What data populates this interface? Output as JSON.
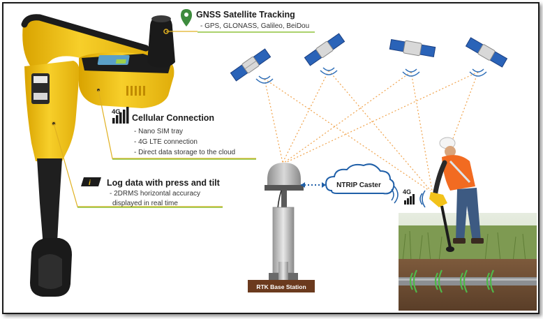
{
  "gnss": {
    "title": "GNSS Satellite Tracking",
    "items": [
      "- GPS, GLONASS, Galileo, BeiDou"
    ]
  },
  "cellular": {
    "badge": "4G",
    "title": "Cellular Connection",
    "items": [
      "- Nano SIM tray",
      "- 4G LTE connection",
      "- Direct data storage to the cloud"
    ]
  },
  "log": {
    "badge": "i",
    "title": "Log data with press and tilt",
    "items": [
      "- 2DRMS horizontal accuracy",
      "displayed in real time"
    ]
  },
  "caster": {
    "label": "NTRIP Caster"
  },
  "field_badge": {
    "label": "4G"
  },
  "base_station": {
    "label": "RTK Base Station"
  },
  "colors": {
    "device_yellow": "#f2c21a",
    "device_dark": "#1c1c1c",
    "leader_line": "#e0b020",
    "underline_green": "#8fc43c",
    "pin_green": "#3d8b3d",
    "signal_line": "#f0a24a",
    "caster_blue": "#1f5fa8",
    "base_label_bg": "#6b3a1e"
  }
}
